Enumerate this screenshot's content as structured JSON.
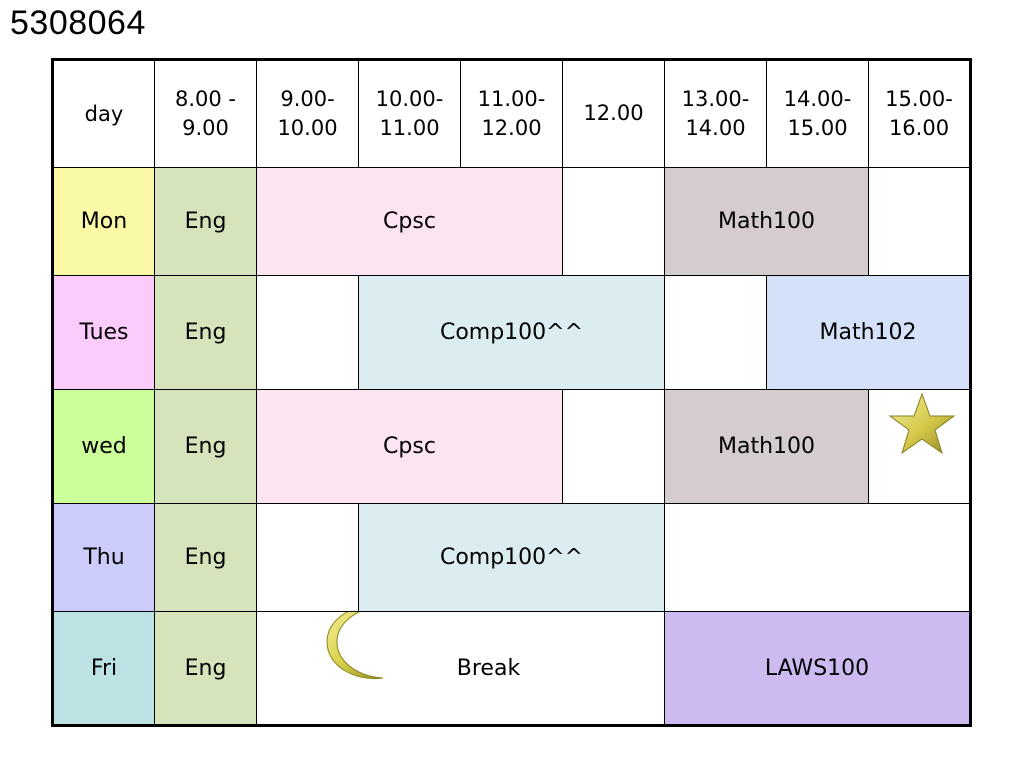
{
  "slide_id": "5308064",
  "header": {
    "day": "day",
    "slots": [
      [
        "8.00 -",
        "9.00"
      ],
      [
        "9.00-",
        "10.00"
      ],
      [
        "10.00-",
        "11.00"
      ],
      [
        "11.00-",
        "12.00"
      ],
      [
        "12.00",
        ""
      ],
      [
        "13.00-",
        "14.00"
      ],
      [
        "14.00-",
        "15.00"
      ],
      [
        "15.00-",
        "16.00"
      ]
    ]
  },
  "rows": {
    "mon": {
      "day": "Mon",
      "eng": "Eng",
      "cpsc": "Cpsc",
      "math": "Math100"
    },
    "tue": {
      "day": "Tues",
      "eng": "Eng",
      "comp": "Comp100^^",
      "math": "Math102"
    },
    "wed": {
      "day": "wed",
      "eng": "Eng",
      "cpsc": "Cpsc",
      "math": "Math100"
    },
    "thu": {
      "day": "Thu",
      "eng": "Eng",
      "comp": "Comp100^^"
    },
    "fri": {
      "day": "Fri",
      "eng": "Eng",
      "break": "Break",
      "laws": "LAWS100"
    }
  },
  "colors": {
    "mon": "#f9f9a6",
    "tue": "#fbccfb",
    "wed": "#ccff99",
    "thu": "#ccccfb",
    "fri": "#bce2e4",
    "eng": "#d6e4bc",
    "cpsc": "#fde4f2",
    "math100": "#d5cdcd",
    "comp100": "#dbedf0",
    "math102": "#d5e1f8",
    "laws100": "#ccbaf0",
    "star": "#d4c84a",
    "moon": "#d8d24a"
  },
  "icons": {
    "star": "star-icon",
    "moon": "crescent-moon-icon"
  }
}
